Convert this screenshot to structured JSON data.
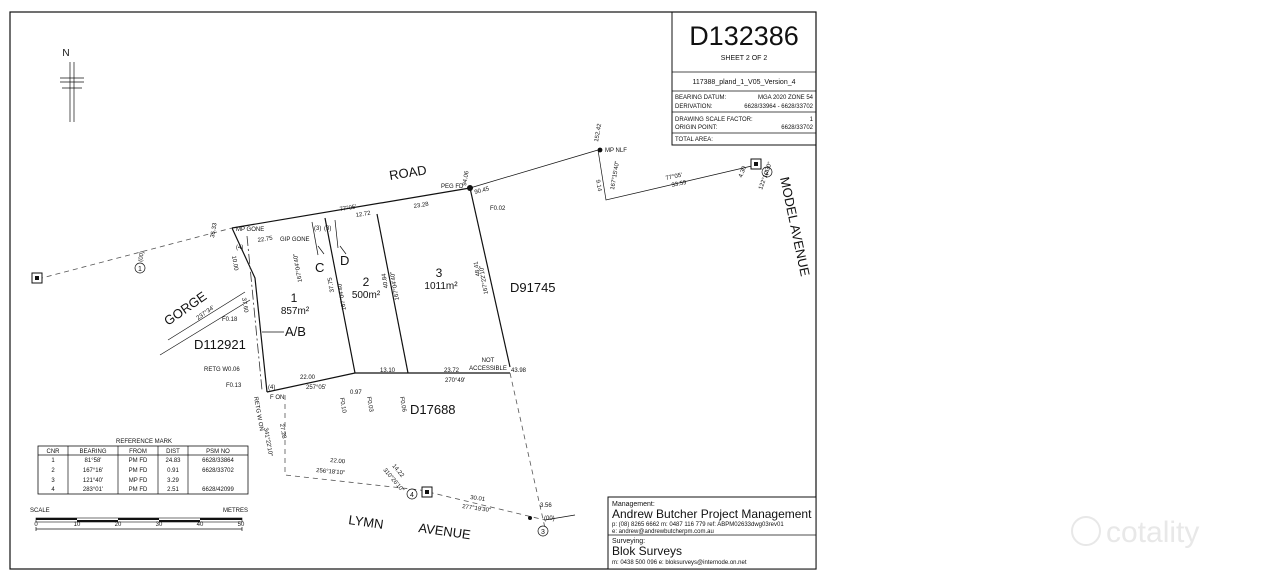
{
  "title_block": {
    "plan_number": "D132386",
    "sheet": "SHEET 2 OF 2",
    "file_ref": "117388_pland_1_V05_Version_4",
    "rows": [
      {
        "label": "BEARING DATUM:",
        "value": "MGA 2020 ZONE 54"
      },
      {
        "label": "DERIVATION:",
        "value": "6628/33964 - 6628/33702"
      },
      {
        "label": "DRAWING SCALE FACTOR:",
        "value": "1"
      },
      {
        "label": "ORIGIN POINT:",
        "value": "6628/33702"
      },
      {
        "label": "TOTAL AREA:",
        "value": ""
      }
    ]
  },
  "north": "N",
  "roads": {
    "road": "ROAD",
    "gorge": "GORGE",
    "model_avenue": "MODEL AVENUE",
    "lymn": "LYMN",
    "avenue": "AVENUE"
  },
  "lots": [
    {
      "number": "1",
      "area": "857m²"
    },
    {
      "number": "2",
      "area": "500m²"
    },
    {
      "number": "3",
      "area": "1011m²"
    }
  ],
  "parcels": {
    "d91745": "D91745",
    "d112921": "D112921",
    "d17688": "D17688",
    "c": "C",
    "d": "D",
    "ab": "A/B"
  },
  "annotations": {
    "mp_gone": "MP GONE",
    "gip_gone": "GIP GONE",
    "peg_fd": "PEG FD",
    "mp_nlf": "MP NLF",
    "not_accessible_1": "NOT",
    "not_accessible_2": "ACCESSIBLE",
    "retg": "RETG W0.06",
    "f_on": "F ON",
    "f018": "F0.18",
    "f013": "F0.13",
    "f002": "F0.02",
    "f010": "F0.10",
    "f003": "F0.03",
    "f006": "F0.06",
    "retg_won": "RETG W ON"
  },
  "dimensions": {
    "d2275": "22.75",
    "d1000": "10.00",
    "d3760": "37.60",
    "d2200a": "22.00",
    "d2728": "27.28",
    "d2328": "23.28",
    "d1272": "12.72",
    "d9045": "90.45",
    "d4841": "48.41",
    "d2372": "23.72",
    "d1310": "13.10",
    "d097": "0.97",
    "d4398": "43.98",
    "d3775": "37.75",
    "d4084": "40.84",
    "d2200b": "22.00",
    "d1422": "14.22",
    "d3001": "30.01",
    "d356": "3.56",
    "d3359": "33.59",
    "d430": "4.30",
    "d914": "9.14",
    "d3533": "35.33",
    "b7705a": "77°05'",
    "b7705b": "77°05'",
    "b25705": "257°05'",
    "b27049": "270°49'",
    "b34122": "341°22'10\"",
    "b25618": "256°18'10\"",
    "b31026": "310°26'10\"",
    "b27719": "277°19'30\"",
    "b16704a": "167°04'40\"",
    "b16704b": "167°04'40\"",
    "b16722": "167°22'10\"",
    "b16715": "167°15'40\"",
    "b12210": "122°10'30\"",
    "b23734": "237°34'",
    "b16704c": "167°04'40\"",
    "d15242": "152.42",
    "d9406": "94.06",
    "d00a": "(00)",
    "d00b": "(00)",
    "bc": "(3)",
    "bc2": "(4)",
    "bc3": "(4)",
    "bc4": "(3)"
  },
  "markers": [
    "1",
    "2",
    "3",
    "4"
  ],
  "reference_mark": {
    "title": "REFERENCE MARK",
    "headers": [
      "CNR",
      "BEARING",
      "FROM",
      "DIST",
      "PSM NO"
    ],
    "rows": [
      [
        "1",
        "81°58'",
        "PM FD",
        "24.83",
        "6628/33864"
      ],
      [
        "2",
        "167°16'",
        "PM FD",
        "0.91",
        "6628/33702"
      ],
      [
        "3",
        "121°40'",
        "MP FD",
        "3.29",
        ""
      ],
      [
        "4",
        "283°01'",
        "PM FD",
        "2.51",
        "6628/42099"
      ]
    ]
  },
  "scale": {
    "label": "SCALE",
    "unit": "METRES",
    "ticks": [
      "0",
      "10",
      "20",
      "30",
      "40",
      "50"
    ]
  },
  "management": {
    "heading": "Management:",
    "company": "Andrew Butcher Project Management",
    "contact1": "p: (08) 8265 6662 m: 0487 116 779 ref: ABPM02633dwg03rev01",
    "contact2": "e: andrew@andrewbutcherpm.com.au",
    "surveying_heading": "Surveying:",
    "surveyor": "Blok Surveys",
    "contact3": "m: 0438 500 096 e: bloksurveys@internode.on.net"
  },
  "watermark": "cotality"
}
